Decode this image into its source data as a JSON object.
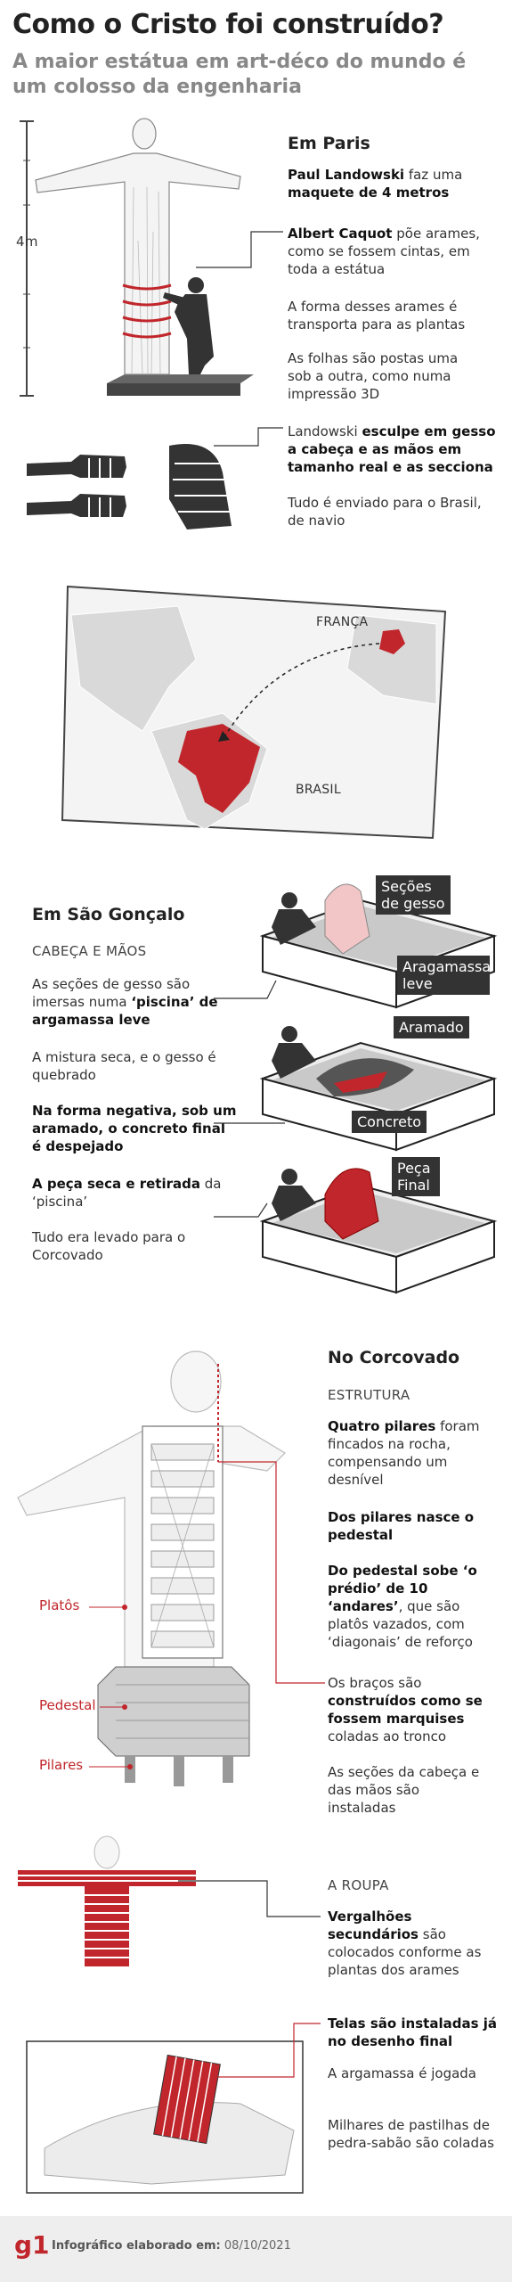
{
  "header": {
    "title": "Como o Cristo foi construído?",
    "subtitle": "A maior estátua em art-déco do mundo é um colosso da engenharia"
  },
  "paris": {
    "heading": "Em Paris",
    "scale_label": "4m",
    "p1_strong": "Paul Landowski",
    "p1_rest": " faz uma ",
    "p1_strong2": "maquete de 4 metros",
    "p2_strong": "Albert Caquot",
    "p2_rest": " põe arames, como se fossem cintas, em toda a estátua",
    "p3": "A forma desses arames é transporta para as plantas",
    "p4": "As folhas são postas uma sob a outra, como numa impressão 3D",
    "p5_pre": "Landowski ",
    "p5_strong": "esculpe em gesso a cabeça e as mãos em tamanho real e as secciona",
    "p6": "Tudo é enviado para o Brasil, de navio"
  },
  "map": {
    "france_label": "FRANÇA",
    "brazil_label": "BRASIL"
  },
  "sao_goncalo": {
    "heading": "Em São Gonçalo",
    "caption": "CABEÇA E MÃOS",
    "p1_pre": "As seções de gesso são imersas numa ",
    "p1_strong": "‘piscina’ de argamassa leve",
    "p2": "A mistura seca, e o gesso é quebrado",
    "p3_strong": "Na forma negativa, sob um aramado, o concreto final é despejado",
    "p4_strong": "A peça seca e retirada",
    "p4_rest": " da ‘piscina’",
    "p5": "Tudo era levado para o Corcovado",
    "label_secoes": "Seções de gesso",
    "label_argamassa": "Aragamassa leve",
    "label_aramado": "Aramado",
    "label_concreto": "Concreto",
    "label_peca": "Peça Final"
  },
  "corcovado": {
    "heading": "No Corcovado",
    "caption": "ESTRUTURA",
    "p1_strong": "Quatro pilares",
    "p1_rest": " foram fincados na rocha, compensando um desnível",
    "p2_strong": "Dos pilares nasce o pedestal",
    "p3_strong": "Do pedestal sobe ‘o prédio’ de 10 ‘andares’",
    "p3_rest": ", que são platôs vazados, com ‘diagonais’ de reforço",
    "p4_pre": "Os braços são ",
    "p4_strong": "construídos como se fossem marquises",
    "p4_rest": " coladas ao tronco",
    "p5": "As seções da cabeça e das mãos são instaladas",
    "label_platos": "Platôs",
    "label_pedestal": "Pedestal",
    "label_pilares": "Pilares"
  },
  "roupa": {
    "caption": "A ROUPA",
    "p1_strong": "Vergalhões secundários",
    "p1_rest": " são colocados conforme as plantas dos arames",
    "p2_strong": "Telas são instaladas já no desenho final",
    "p3": "A argamassa é jogada",
    "p4": "Milhares de pastilhas de pedra-sabão são coladas"
  },
  "footer": {
    "logo": "g1",
    "credit_label": "Infográfico elaborado em:",
    "credit_date": "08/10/2021"
  },
  "colors": {
    "accent_red": "#c0262b",
    "dark": "#333333",
    "map_land": "#d9d9d9"
  }
}
